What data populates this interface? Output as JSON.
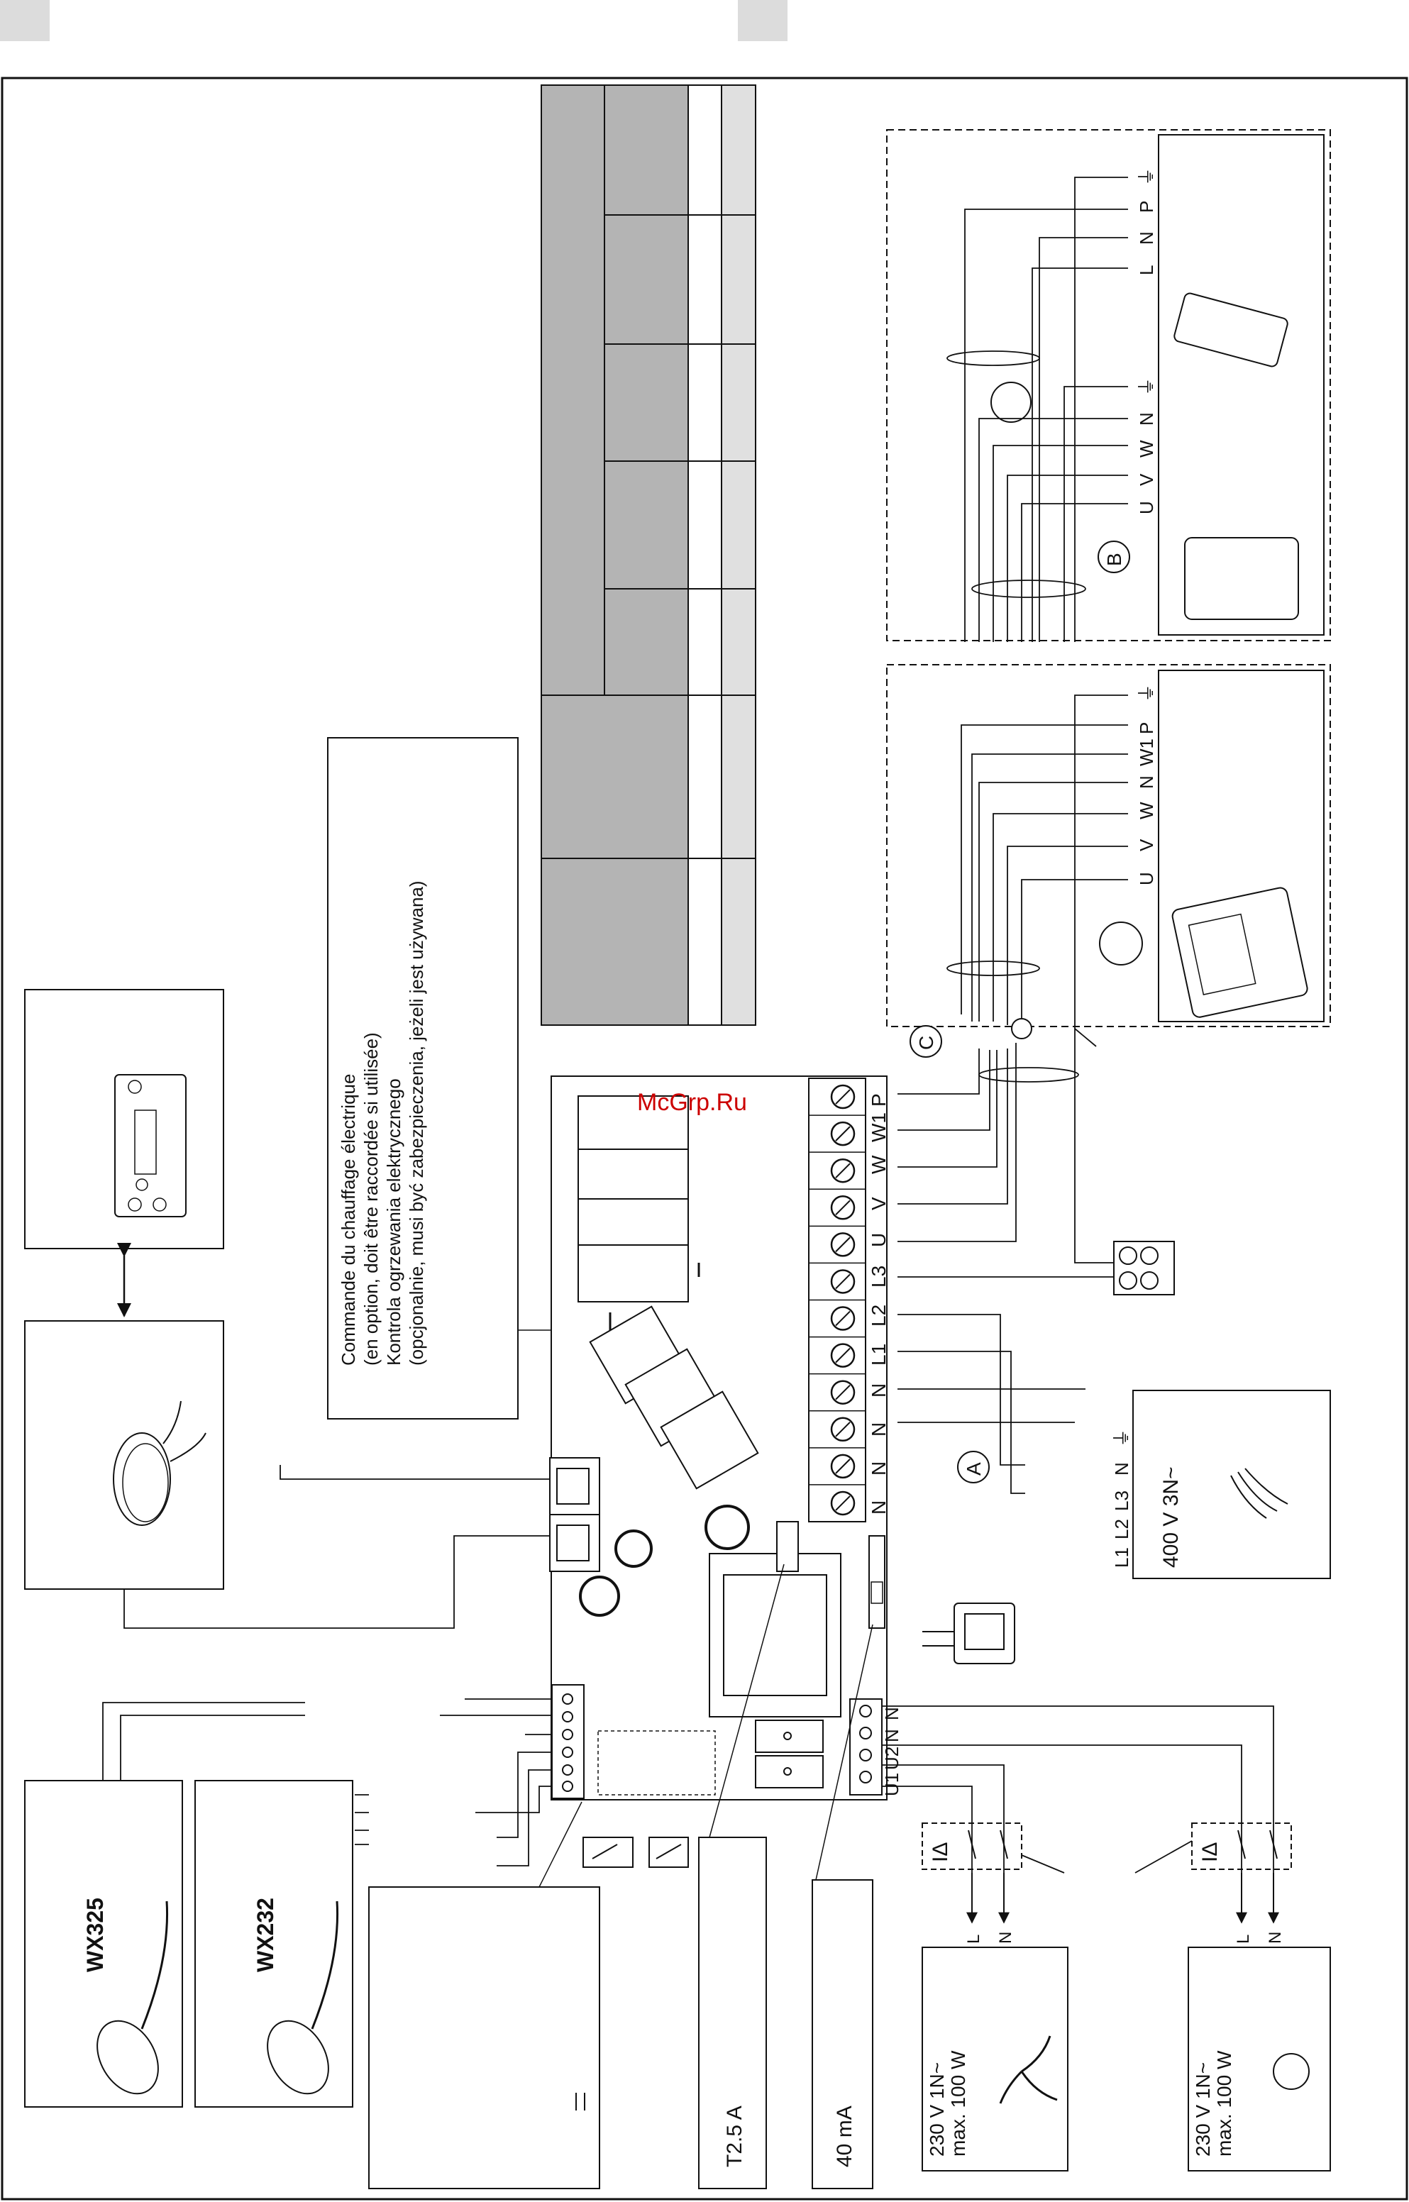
{
  "watermark": "McGrp.Ru",
  "control_note": {
    "line1": "Commande du chauffage électrique",
    "line2": "(en option, doit être raccordée si utilisée)",
    "line3": "Kontrola ogrzewania elektrycznego",
    "line4": "(opcjonalnie, musi być zabezpieczenia, jeżeli jest używana)"
  },
  "terminals": [
    "N",
    "N",
    "N",
    "N",
    "L1",
    "L2",
    "L3",
    "U",
    "V",
    "W",
    "W1",
    "P"
  ],
  "relay_terminals": [
    "U1",
    "U2",
    "N",
    "N"
  ],
  "markers": {
    "a": "A",
    "b": "B",
    "c": "C"
  },
  "heater_wye_labels": [
    "U",
    "V",
    "W",
    "N",
    "W1",
    "P",
    "⏚"
  ],
  "heater_delta_labels": [
    "U",
    "V",
    "W",
    "N",
    "⏚"
  ],
  "heater_delta_labels2": [
    "L",
    "N",
    "P",
    "⏚"
  ],
  "supply": {
    "labels": [
      "L1",
      "L2",
      "L3",
      "N",
      "⏚"
    ],
    "rating": "400 V 3N~"
  },
  "fan_supply": {
    "line1": "230 V 1N~",
    "line2": "max. 100 W",
    "l": "L",
    "n": "N"
  },
  "light_supply": {
    "line1": "230 V 1N~",
    "line2": "max. 100 W",
    "l": "L",
    "n": "N"
  },
  "rcd_symbol": "IΔ",
  "fuse_label": "T2.5 A",
  "current_label": "40 mA",
  "sensor1": "WX325",
  "sensor2": "WX232"
}
